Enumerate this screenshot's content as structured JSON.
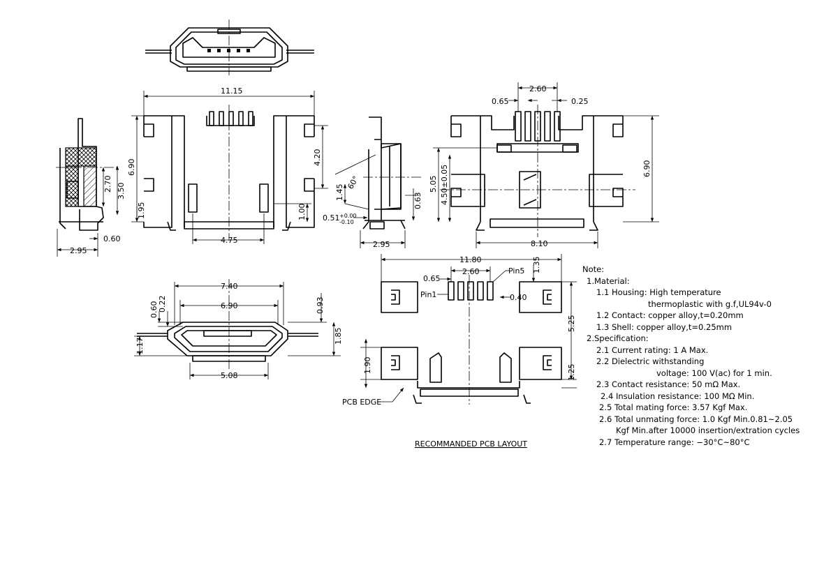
{
  "dimensions": {
    "top_w": "11.15",
    "top_h": "6.90",
    "top_c": "4.20",
    "top_l1": "1.95",
    "top_l2": "1.00",
    "top_b": "4.75",
    "side_a": "2.70",
    "side_b": "3.50",
    "side_w": "2.95",
    "side_t": "0.60",
    "mid_145": "1.45",
    "mid_60": "60°",
    "mid_051": "0.51",
    "mid_tol_up": "+0.00",
    "mid_tol_dn": "-0.10",
    "mid_063": "0.63",
    "mid_295": "2.95",
    "rt_pitch": "2.60",
    "rt_065": "0.65",
    "rt_025": "0.25",
    "rt_505": "5.05",
    "rt_450": "4.50±0.05",
    "rt_690": "6.90",
    "rt_810": "8.10",
    "fr_740": "7.40",
    "fr_690": "6.90",
    "fr_060": "0.60",
    "fr_022": "0.22",
    "fr_093": "0.93",
    "fr_117": "1.17",
    "fr_185": "1.85",
    "fr_508": "5.08",
    "pcb_1180": "11.80",
    "pcb_260": "2.60",
    "pcb_065": "0.65",
    "pcb_135": "1.35",
    "pcb_040": "0.40",
    "pcb_525": "5.25",
    "pcb_190": "1.90",
    "pcb_125": "1.25"
  },
  "labels": {
    "pin5": "Pin5",
    "pin1": "Pin1",
    "pcb_edge": "PCB EDGE",
    "layout_title": "RECOMMANDED PCB LAYOUT"
  },
  "notes": [
    "Note:",
    "1.Material:",
    "1.1 Housing:  High temperature",
    "thermoplastic with g.f,UL94v-0",
    "1.2 Contact:  copper alloy,t=0.20mm",
    "1.3 Shell:  copper alloy,t=0.25mm",
    "2.Specification:",
    "2.1 Current rating:  1 A Max.",
    "2.2 Dielectric withstanding",
    "voltage:  100 V(ac) for 1 min.",
    "2.3 Contact resistance:  50 mΩ Max.",
    "2.4 Insulation resistance:  100 MΩ Min.",
    "2.5 Total mating force: 3.57 Kgf Max.",
    "2.6 Total unmating force: 1.0 Kgf Min.0.81~2.05",
    "Kgf Min.after 10000 insertion/extration cycles",
    "2.7 Temperature range:  −30°C~80°C"
  ]
}
